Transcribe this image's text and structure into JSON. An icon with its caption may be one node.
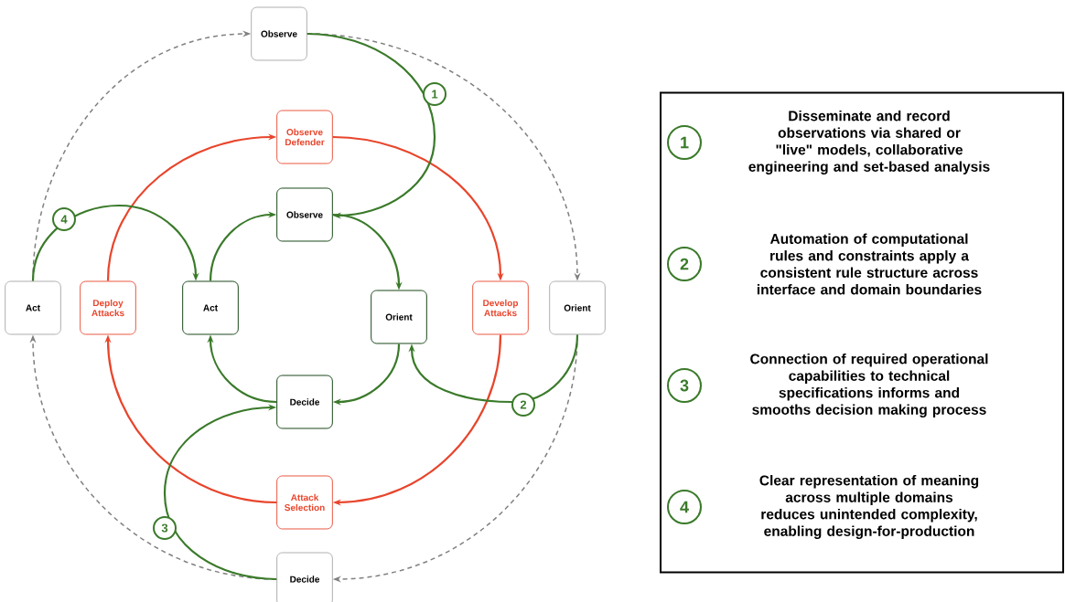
{
  "diagram": {
    "nodes": [
      {
        "text": [
          "Observe"
        ]
      },
      {
        "text": [
          "Observe Defender"
        ]
      },
      {
        "text": [
          "Observe"
        ]
      },
      {
        "text": [
          "Act"
        ]
      },
      {
        "text": [
          "Deploy Attacks"
        ]
      },
      {
        "text": [
          "Act"
        ]
      },
      {
        "text": [
          "Orient"
        ]
      },
      {
        "text": [
          "Develop Attacks"
        ]
      },
      {
        "text": [
          "Orient"
        ]
      },
      {
        "text": [
          "Decide"
        ]
      },
      {
        "text": [
          "Attack Selection"
        ]
      },
      {
        "text": [
          "Decide"
        ]
      },
      {
        "text": [
          "1",
          "Disseminate and record observations via shared or \"live\" models, collaborative engineering and set-based analysis",
          "2",
          "Automation of computational rules and constraints apply a consistent rule structure across interface and domain boundaries",
          "3",
          "Connection of required operational capabilities to technical specifications informs and smooths decision making process",
          "4",
          "Clear representation of meaning across multiple domains reduces unintended complexity, enabling design-for-production"
        ]
      }
    ],
    "edges": [
      {
        "from": 2,
        "to": 6,
        "arrow": "to"
      },
      {
        "from": 6,
        "to": 9,
        "arrow": "to"
      },
      {
        "from": 9,
        "to": 5,
        "arrow": "to"
      },
      {
        "from": 5,
        "to": 2,
        "arrow": "to"
      },
      {
        "from": 4,
        "to": 1,
        "arrow": "to",
        "color": "#e8452c"
      },
      {
        "from": 1,
        "to": 7,
        "arrow": "to",
        "color": "#e8452c"
      },
      {
        "from": 7,
        "to": 10,
        "arrow": "to",
        "color": "#e8452c"
      },
      {
        "from": 10,
        "to": 4,
        "arrow": "to",
        "color": "#e8452c"
      },
      {
        "from": 3,
        "to": 0,
        "arrow": "to",
        "style": "dashed",
        "color": "#808080"
      },
      {
        "from": 0,
        "to": 8,
        "arrow": "to",
        "style": "dashed",
        "color": "#808080"
      },
      {
        "from": 8,
        "to": 11,
        "arrow": "to",
        "style": "dashed",
        "color": "#808080"
      },
      {
        "from": 11,
        "to": 3,
        "arrow": "to",
        "style": "dashed",
        "color": "#808080"
      },
      {
        "from": 0,
        "to": 2,
        "arrow": "to",
        "label": "1"
      },
      {
        "from": 8,
        "to": 6,
        "arrow": "to",
        "label": "2"
      },
      {
        "from": 11,
        "to": 9,
        "arrow": "to",
        "label": "3"
      },
      {
        "from": 3,
        "to": 5,
        "arrow": "to",
        "label": "4"
      }
    ]
  }
}
